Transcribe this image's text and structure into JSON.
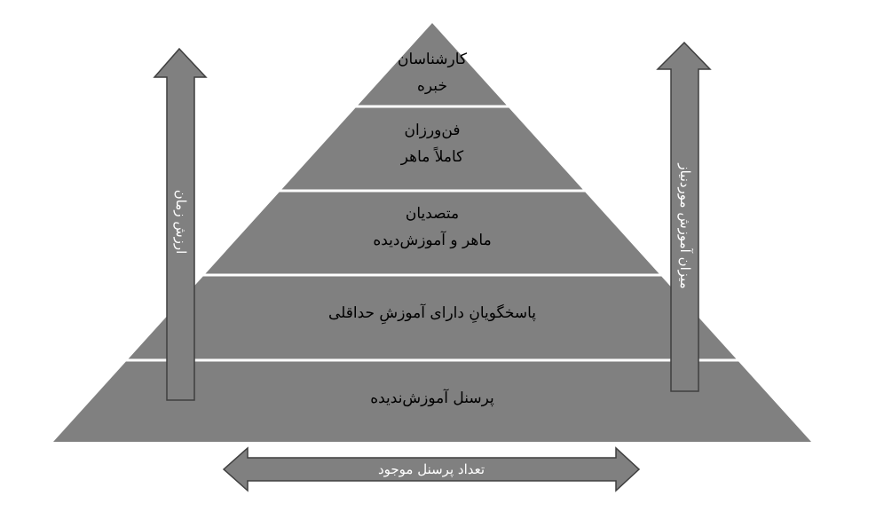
{
  "tiers": [
    {
      "title": "کارشناسان",
      "subtitle": "خبره"
    },
    {
      "title": "فن‌ورزان",
      "subtitle": "کاملاً ماهر"
    },
    {
      "title": "متصدیان",
      "subtitle": "ماهر و آموزش‌دیده"
    },
    {
      "title": "پاسخگویانِ دارای آموزشِ حداقلی",
      "subtitle": ""
    },
    {
      "title": "پرسنل آموزش‌ندیده",
      "subtitle": ""
    }
  ],
  "arrows": {
    "left_label": "ارزش زمان",
    "right_label": "میزان آموزش موردنیاز",
    "bottom_label": "تعداد پرسنل موجود"
  },
  "colors": {
    "shape_fill": "#808080",
    "divider": "#ffffff",
    "arrow_border": "#3f3f3f",
    "arrow_text": "#ffffff",
    "tier_text": "#000000"
  }
}
